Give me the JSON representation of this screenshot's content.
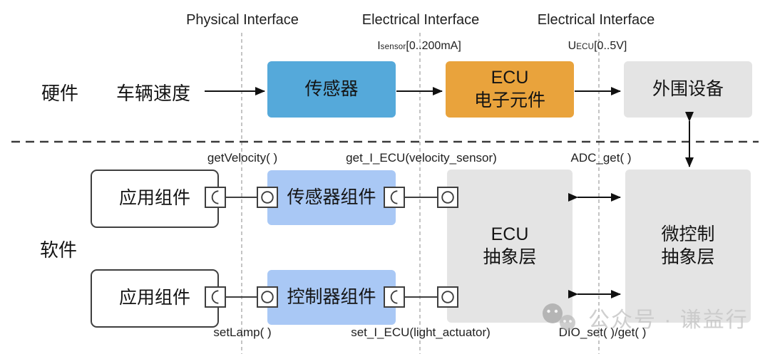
{
  "colors": {
    "sensor_box": "#55a9da",
    "ecu_box": "#e9a33c",
    "gray_box": "#e4e4e4",
    "component_box": "#a9c8f5",
    "watermark_text": "#c7c7c7"
  },
  "interface_headers": [
    {
      "label": "Physical Interface"
    },
    {
      "label": "Electrical Interface"
    },
    {
      "label": "Electrical Interface"
    }
  ],
  "signal_labels": {
    "current": {
      "symbol": "I",
      "subscript": "sensor",
      "range": "[0..200mA]"
    },
    "voltage": {
      "symbol": "U",
      "subscript": "ECU",
      "range": "[0..5V]"
    }
  },
  "layers": {
    "hardware": "硬件",
    "software": "软件"
  },
  "hardware": {
    "input_label": "车辆速度",
    "sensor_label": "传感器",
    "ecu_label_line1": "ECU",
    "ecu_label_line2": "电子元件",
    "peripheral_label": "外围设备"
  },
  "software": {
    "app_component_top": "应用组件",
    "app_component_bottom": "应用组件",
    "sensor_component": "传感器组件",
    "controller_component": "控制器组件",
    "ecu_abstraction_line1": "ECU",
    "ecu_abstraction_line2": "抽象层",
    "mcu_abstraction_line1": "微控制",
    "mcu_abstraction_line2": "抽象层"
  },
  "api_labels": {
    "top": [
      {
        "label": "getVelocity( )"
      },
      {
        "label": "get_I_ECU(velocity_sensor)"
      },
      {
        "label": "ADC_get( )"
      }
    ],
    "bottom": [
      {
        "label": "setLamp( )"
      },
      {
        "label": "set_I_ECU(light_actuator)"
      },
      {
        "label": "DIO_set( )/get( )"
      }
    ]
  },
  "watermark": {
    "label": "公众号 · 谦益行"
  }
}
